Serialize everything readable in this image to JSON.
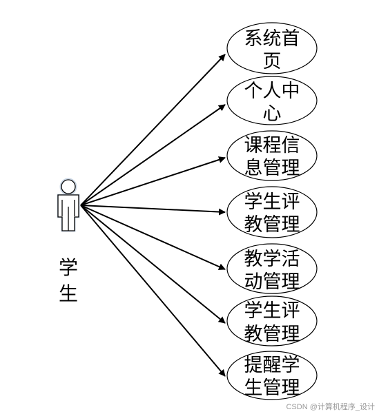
{
  "actor": {
    "label_line1": "学",
    "label_line2": "生"
  },
  "use_cases": [
    {
      "line1": "系统首",
      "line2": "页"
    },
    {
      "line1": "个人中",
      "line2": "心"
    },
    {
      "line1": "课程信",
      "line2": "息管理"
    },
    {
      "line1": "学生评",
      "line2": "教管理"
    },
    {
      "line1": "教学活",
      "line2": "动管理"
    },
    {
      "line1": "学生评",
      "line2": "教管理"
    },
    {
      "line1": "提醒学",
      "line2": "生管理"
    }
  ],
  "watermark": "CSDN @计算机程序_设计",
  "colors": {
    "stroke": "#000000",
    "actor_fill": "#ffffff",
    "actor_glow": "#9fb6cf"
  }
}
